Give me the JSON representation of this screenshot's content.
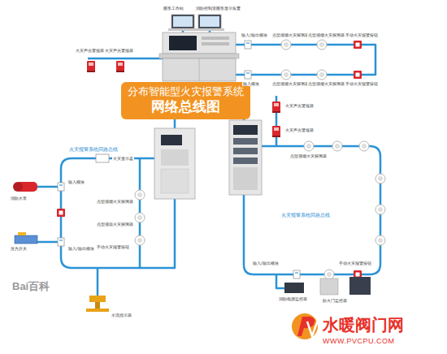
{
  "diagram": {
    "nodes": [
      {
        "text": [
          "分布智能型火灾报警系统",
          "网络总线图"
        ]
      }
    ],
    "labels": [
      "图形工作站",
      "消防控制室图形显示装置",
      "火灾声光警报器",
      "火灾声光警报器",
      "输入/输出模块",
      "点型感烟火灾探测器",
      "点型感烟火灾探测器",
      "手动火灾报警按钮",
      "输入模块",
      "点型感烟火灾探测器",
      "点型感烟火灾探测器",
      "手动火灾报警按钮",
      "火灾报警系统回路总线",
      "火灾显示盘",
      "消防水泵",
      "输入模块",
      "点型感烟火灾探测器",
      "点型感温火灾探测器",
      "手动火灾报警按钮",
      "压力开关",
      "输入/输出模块",
      "水流指示器",
      "火灾声光警报器",
      "火灾声光警报器",
      "点型感烟火灾探测器",
      "火灾报警系统回路总线",
      "输入/输出模块",
      "手动火灾报警按钮",
      "消防电源监控器",
      "防火门监控器",
      "Bai百科",
      "水暖阀门网",
      "WWW.PVCPU.COM"
    ]
  }
}
